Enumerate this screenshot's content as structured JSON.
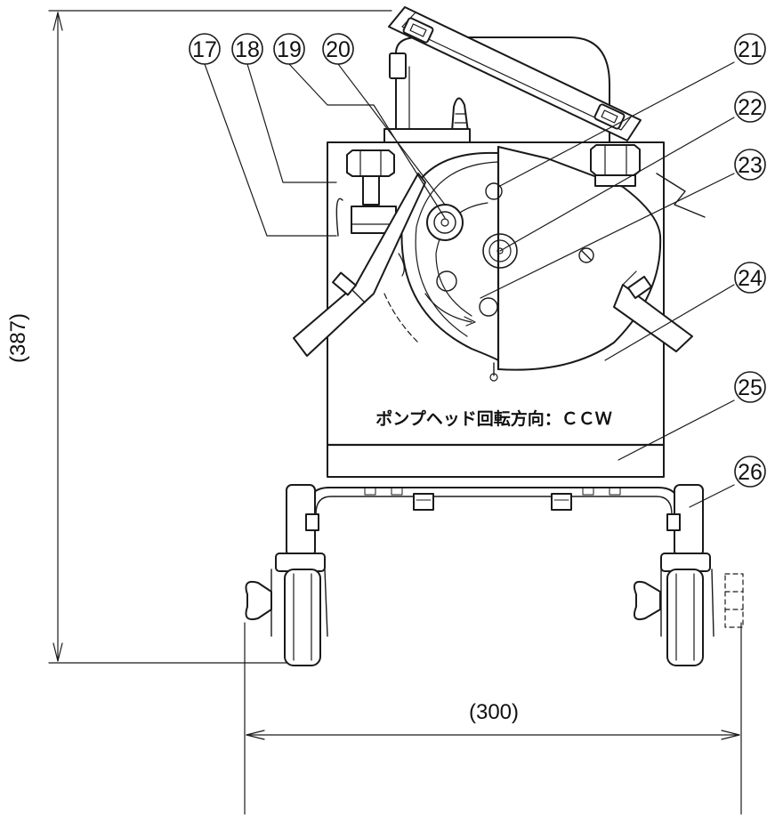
{
  "callouts": [
    "17",
    "18",
    "19",
    "20",
    "21",
    "22",
    "23",
    "24",
    "25",
    "26"
  ],
  "dimensions": {
    "height": "(387)",
    "width": "(300)"
  },
  "panel_label": "ポンプヘッド回転方向：ＣＣＷ",
  "colors": {
    "line": "#1a1a1a",
    "background": "#ffffff"
  }
}
